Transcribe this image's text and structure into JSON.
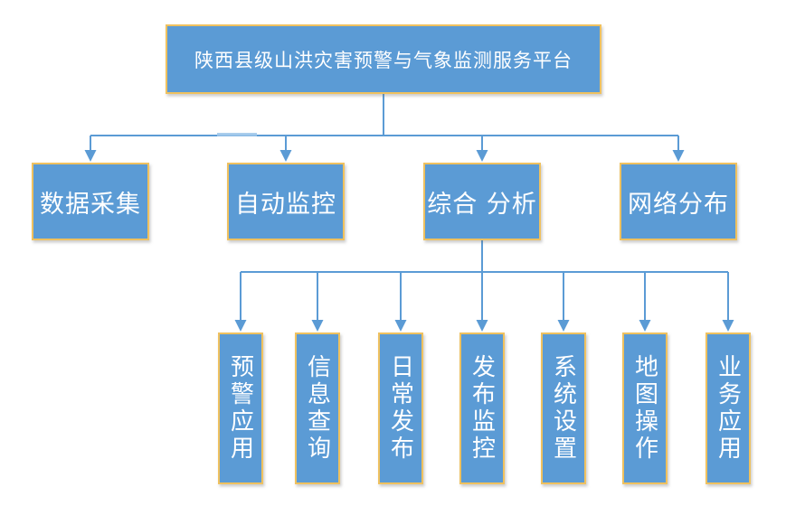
{
  "diagram": {
    "root": {
      "label": "陕西县级山洪灾害预警与气象监测服务平台"
    },
    "level2": [
      {
        "label": "数据采集"
      },
      {
        "label": "自动监控"
      },
      {
        "label": "综合 分析"
      },
      {
        "label": "网络分布"
      }
    ],
    "level3": [
      {
        "label": "预警应用"
      },
      {
        "label": "信息查询"
      },
      {
        "label": "日常发布"
      },
      {
        "label": "发布监控"
      },
      {
        "label": "系统设置"
      },
      {
        "label": "地图操作"
      },
      {
        "label": "业务应用"
      }
    ]
  },
  "colors": {
    "background": "#FFFFFF",
    "node_fill": "#5B9BD5",
    "node_border": "#EFC15F",
    "connector": "#5B9BD5",
    "connector_highlight": "#9CC5EA",
    "text": "#FFFFFF"
  }
}
